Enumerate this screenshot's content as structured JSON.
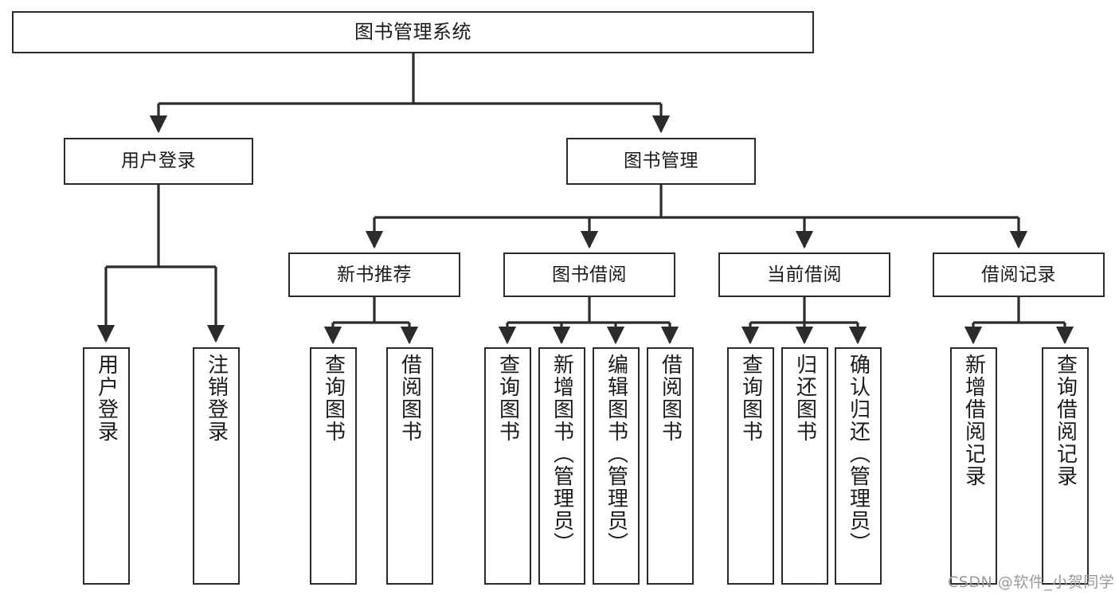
{
  "diagram": {
    "title": "图书管理系统",
    "type": "tree",
    "style": {
      "box_border_color": "#2b2b2b",
      "box_fill_color": "#ffffff",
      "line_color": "#2b2b2b",
      "text_color": "#1b1b1b",
      "background": "#ffffff"
    },
    "nodes": {
      "root": {
        "label": "图书管理系统"
      },
      "level2": [
        {
          "id": "user-login",
          "label": "用户登录"
        },
        {
          "id": "book-management",
          "label": "图书管理"
        }
      ],
      "level3": [
        {
          "id": "new-book-recommend",
          "label": "新书推荐"
        },
        {
          "id": "book-borrow",
          "label": "图书借阅"
        },
        {
          "id": "current-borrow",
          "label": "当前借阅"
        },
        {
          "id": "borrow-record",
          "label": "借阅记录"
        }
      ],
      "leaves": {
        "user_login": [
          {
            "id": "leaf-user-login",
            "label": "用户登录"
          },
          {
            "id": "leaf-logout-login",
            "label": "注销登录"
          }
        ],
        "new_book_recommend": [
          {
            "id": "leaf-query-book-1",
            "label": "查询图书"
          },
          {
            "id": "leaf-borrow-book-1",
            "label": "借阅图书"
          }
        ],
        "book_borrow": [
          {
            "id": "leaf-query-book-2",
            "label": "查询图书"
          },
          {
            "id": "leaf-add-book",
            "label": "新增图书（管理员）"
          },
          {
            "id": "leaf-edit-book",
            "label": "编辑图书（管理员）"
          },
          {
            "id": "leaf-borrow-book-2",
            "label": "借阅图书"
          }
        ],
        "current_borrow": [
          {
            "id": "leaf-query-book-3",
            "label": "查询图书"
          },
          {
            "id": "leaf-return-book",
            "label": "归还图书"
          },
          {
            "id": "leaf-confirm-return",
            "label": "确认归还（管理员）"
          }
        ],
        "borrow_record": [
          {
            "id": "leaf-add-record",
            "label": "新增借阅记录"
          },
          {
            "id": "leaf-query-record",
            "label": "查询借阅记录"
          }
        ]
      }
    }
  },
  "watermark": {
    "text": "CSDN @软件_小贺同学"
  }
}
